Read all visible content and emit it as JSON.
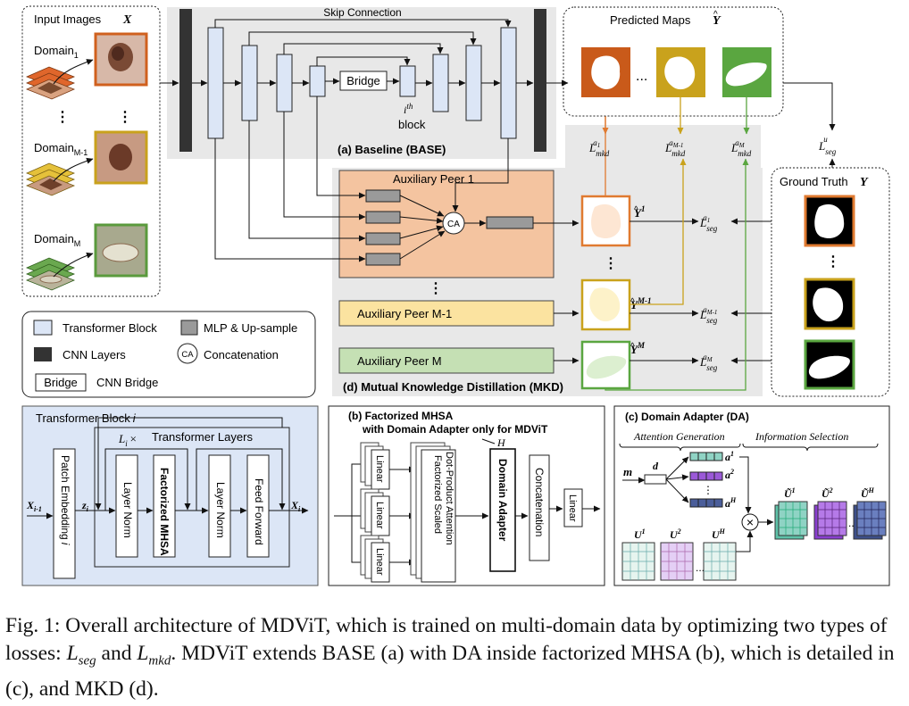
{
  "figure": {
    "input": {
      "title": "Input Images",
      "var": "X",
      "domain1": "Domain",
      "domain1_sub": "1",
      "domainM1": "Domain",
      "domainM1_sub": "M-1",
      "domainM": "Domain",
      "domainM_sub": "M"
    },
    "baseline": {
      "skip": "Skip Connection",
      "bridge": "Bridge",
      "ith": "i",
      "ith_sup": "th",
      "block": "block",
      "label": "(a) Baseline (BASE)"
    },
    "predicted": {
      "title": "Predicted Maps",
      "var": "Y",
      "dots": "..."
    },
    "losses": {
      "mkd1": {
        "L": "L",
        "sub": "mkd",
        "sup": "a",
        "supsub": "1"
      },
      "mkdM1": {
        "L": "L",
        "sub": "mkd",
        "sup": "a",
        "supsub": "M-1"
      },
      "mkdM": {
        "L": "L",
        "sub": "mkd",
        "sup": "a",
        "supsub": "M"
      },
      "segU": {
        "L": "L",
        "sub": "seg",
        "sup": "u"
      },
      "seg1": {
        "L": "L",
        "sub": "seg",
        "sup": "a",
        "supsub": "1"
      },
      "segM1": {
        "L": "L",
        "sub": "seg",
        "sup": "a",
        "supsub": "M-1"
      },
      "segM": {
        "L": "L",
        "sub": "seg",
        "sup": "a",
        "supsub": "M"
      }
    },
    "ground_truth": {
      "title": "Ground Truth",
      "var": "Y"
    },
    "peers": {
      "p1": "Auxiliary Peer 1",
      "pM1": "Auxiliary Peer M-1",
      "pM": "Auxiliary Peer M",
      "ca": "CA",
      "y": "Y",
      "sup1": "1",
      "supM1": "M-1",
      "supM": "M",
      "label": "(d) Mutual Knowledge Distillation (MKD)"
    },
    "legend": {
      "transformer": "Transformer Block",
      "mlp": "MLP & Up-sample",
      "cnn": "CNN Layers",
      "ca": "CA",
      "concat": "Concatenation",
      "bridge": "Bridge",
      "cnn_bridge": "CNN Bridge"
    },
    "tblock": {
      "title": "Transformer Block",
      "title_i": "i",
      "L": "L",
      "L_sub": "i",
      "times": "×",
      "layers": "Transformer Layers",
      "patch": "Patch Embedding",
      "patch_i": "i",
      "layernorm": "Layer Norm",
      "mhsa": "Factorized MHSA",
      "ff": "Feed Forward",
      "xin": "X",
      "xin_sub": "i-1",
      "z": "z",
      "z_sub": "i",
      "xout": "X",
      "xout_sub": "i"
    },
    "mhsa": {
      "title1": "(b) Factorized MHSA",
      "title2": "with Domain Adapter only for MDViT",
      "H": "H",
      "linear": "Linear",
      "fsdpa1": "Factorized Scaled",
      "fsdpa2": "Dot-Product Attention",
      "da": "Domain Adapter",
      "concat": "Concatenation"
    },
    "da": {
      "title": "(c) Domain Adapter (DA)",
      "attgen": "Attention Generation",
      "infosel": "Information Selection",
      "m": "m",
      "d": "d",
      "a": "a",
      "a1": "1",
      "a2": "2",
      "aH": "H",
      "U": "U",
      "Ut": "Ũ",
      "u1": "1",
      "u2": "2",
      "uH": "H"
    }
  },
  "caption": {
    "prefix": "Fig. 1: Overall architecture of MDViT, which is trained on multi-domain data by optimizing two types of losses: ",
    "lseg": "L",
    "lseg_sub": "seg",
    "and": " and ",
    "lmkd": "L",
    "lmkd_sub": "mkd",
    "suffix": ". MDViT extends BASE (a) with DA inside factorized MHSA (b), which is detailed in (c), and MKD (d)."
  }
}
